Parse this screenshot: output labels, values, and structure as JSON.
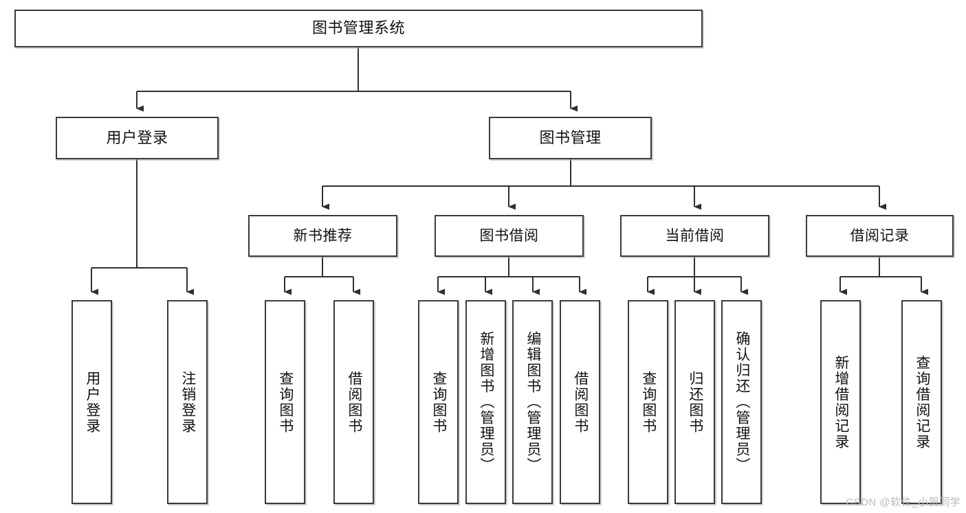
{
  "diagram": {
    "title": "图书管理系统",
    "type": "tree-hierarchy",
    "watermark": "CSDN @软件_小贺同学",
    "colors": {
      "box_border": "#3a3a3a",
      "box_fill": "#ffffff",
      "connector": "#2f2f2f",
      "text": "#111111",
      "watermark": "#b9b9b9"
    },
    "nodes": {
      "root": {
        "label": "图书管理系统"
      },
      "level2": [
        {
          "id": "user-login",
          "label": "用户登录"
        },
        {
          "id": "book-management",
          "label": "图书管理"
        }
      ],
      "level3": [
        {
          "id": "new-book-recommend",
          "label": "新书推荐"
        },
        {
          "id": "book-borrow",
          "label": "图书借阅"
        },
        {
          "id": "current-borrow",
          "label": "当前借阅"
        },
        {
          "id": "borrow-record",
          "label": "借阅记录"
        }
      ],
      "leaves": {
        "user-login": [
          {
            "id": "leaf-user-login",
            "label": "用户登录"
          },
          {
            "id": "leaf-logout-login",
            "label": "注销登录"
          }
        ],
        "new-book-recommend": [
          {
            "id": "leaf-query-book-1",
            "label": "查询图书"
          },
          {
            "id": "leaf-borrow-book-1",
            "label": "借阅图书"
          }
        ],
        "book-borrow": [
          {
            "id": "leaf-query-book-2",
            "label": "查询图书"
          },
          {
            "id": "leaf-add-book-admin",
            "label": "新增图书（管理员）"
          },
          {
            "id": "leaf-edit-book-admin",
            "label": "编辑图书（管理员）"
          },
          {
            "id": "leaf-borrow-book-2",
            "label": "借阅图书"
          }
        ],
        "current-borrow": [
          {
            "id": "leaf-query-book-3",
            "label": "查询图书"
          },
          {
            "id": "leaf-return-book",
            "label": "归还图书"
          },
          {
            "id": "leaf-confirm-return-admin",
            "label": "确认归还（管理员）"
          }
        ],
        "borrow-record": [
          {
            "id": "leaf-add-borrow-record",
            "label": "新增借阅记录"
          },
          {
            "id": "leaf-query-borrow-record",
            "label": "查询借阅记录"
          }
        ]
      }
    }
  }
}
